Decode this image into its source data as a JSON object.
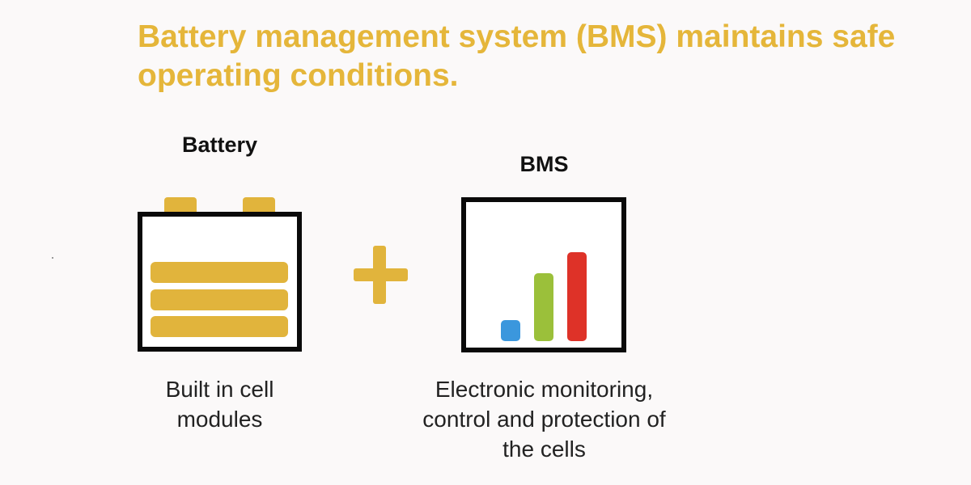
{
  "title": "Battery management system (BMS) maintains safe operating conditions.",
  "battery": {
    "heading": "Battery",
    "caption_line1": "Built in cell",
    "caption_line2": "modules",
    "cell_count": 3
  },
  "bms": {
    "heading": "BMS",
    "caption_line1": "Electronic monitoring,",
    "caption_line2": "control and protection of",
    "caption_line3": "the cells",
    "bars": [
      {
        "color": "#3b97dd",
        "level": 0.24
      },
      {
        "color": "#9bc03a",
        "level": 0.76
      },
      {
        "color": "#de3228",
        "level": 1.0
      }
    ]
  },
  "colors": {
    "accent": "#e1b43c",
    "title": "#e5b63a",
    "outline": "#0a0a0a"
  },
  "icons": [
    "battery-icon",
    "plus-icon",
    "bms-chart-icon"
  ]
}
